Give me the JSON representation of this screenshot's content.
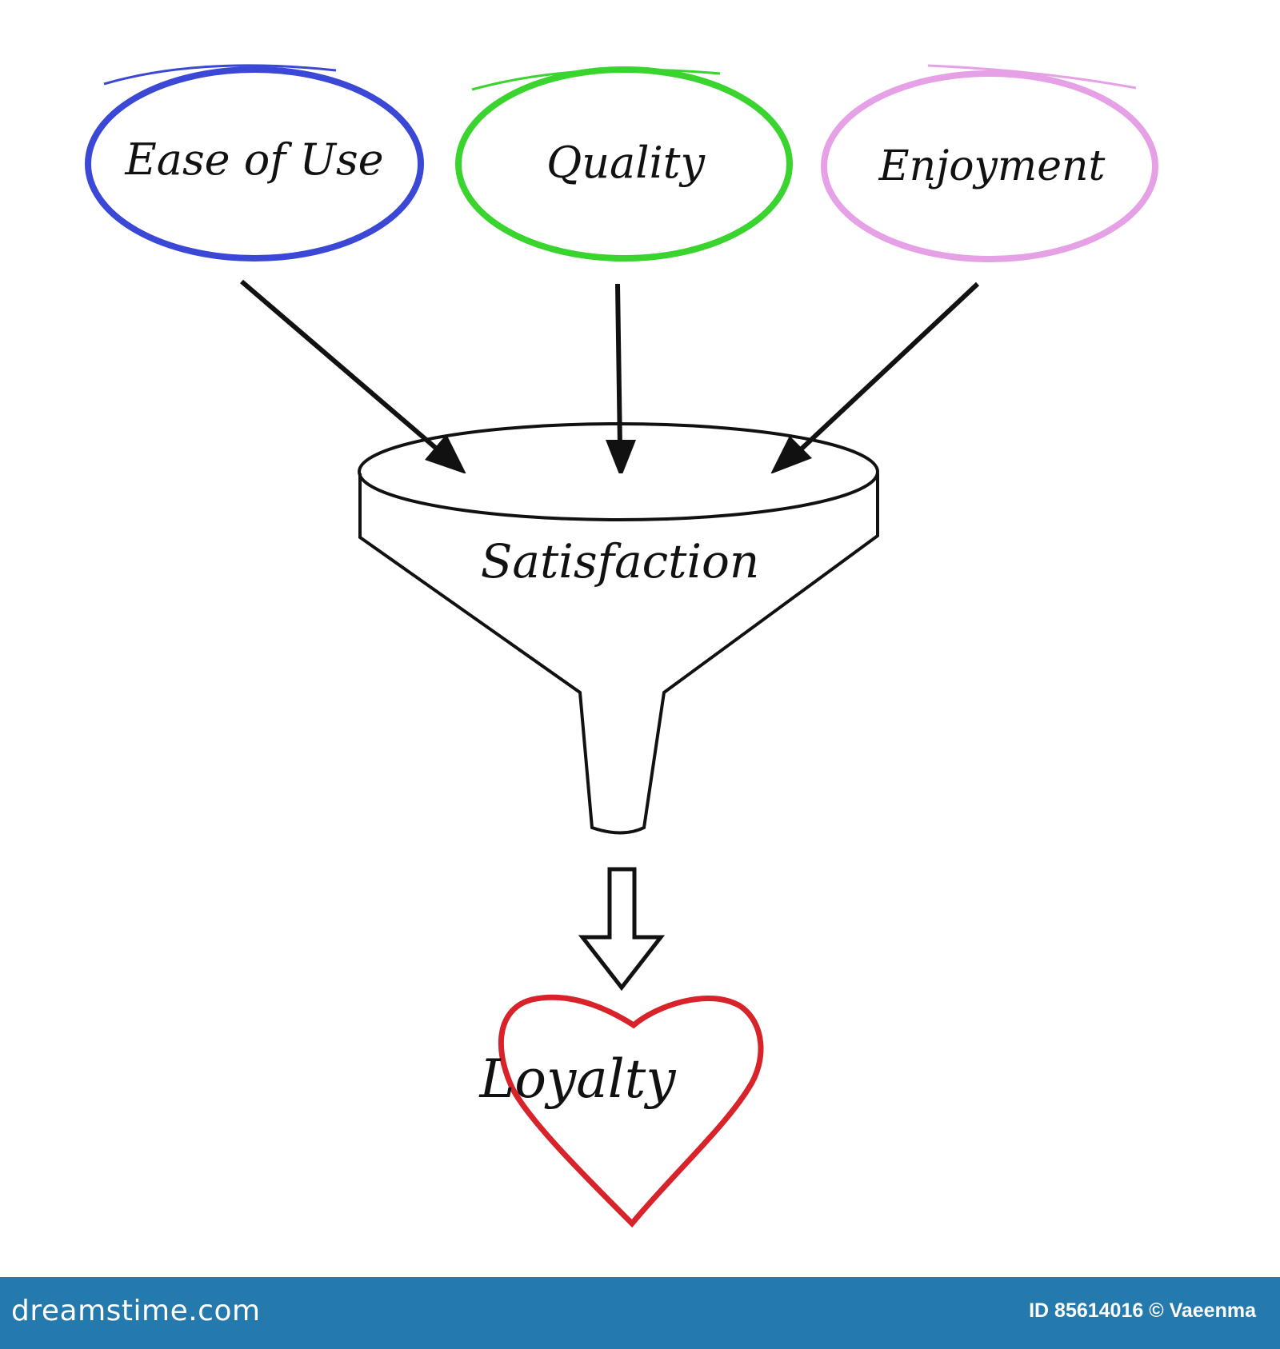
{
  "nodes": {
    "ease_of_use": {
      "label": "Ease of Use",
      "color": "#3b48d6"
    },
    "quality": {
      "label": "Quality",
      "color": "#3ad42f"
    },
    "enjoyment": {
      "label": "Enjoyment",
      "color": "#e6a0e6"
    }
  },
  "funnel": {
    "label": "Satisfaction"
  },
  "result": {
    "label": "Loyalty",
    "color": "#d9232b"
  },
  "footer": {
    "brand": "dreamstime.com",
    "id_text": "ID 85614016 © Vaeenma",
    "background": "#2479ad"
  }
}
